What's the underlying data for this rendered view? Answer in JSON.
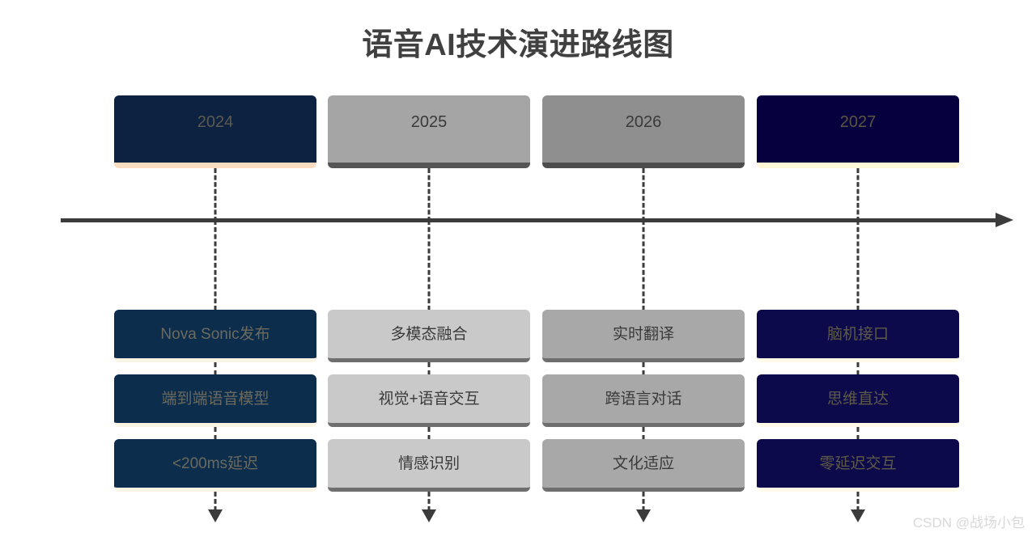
{
  "page": {
    "title": "语音AI技术演进路线图",
    "background_color": "#ffffff",
    "title_color": "#404040"
  },
  "timeline": {
    "axis_color": "#3b3b3b",
    "direction": "left-to-right",
    "arrowhead": "right-arrow-icon",
    "connector_style": "dashed",
    "tail_arrow": "down-arrow-icon"
  },
  "columns": [
    {
      "year": "2024",
      "theme": "navy24",
      "accent_color": "#0d2240",
      "underline_color": "#fbdcc0",
      "milestones": [
        {
          "label": "Nova Sonic发布"
        },
        {
          "label": "端到端语音模型"
        },
        {
          "label": "<200ms延迟"
        }
      ]
    },
    {
      "year": "2025",
      "theme": "gray25",
      "accent_color": "#a5a5a5",
      "underline_color": "#555555",
      "milestones": [
        {
          "label": "多模态融合"
        },
        {
          "label": "视觉+语音交互"
        },
        {
          "label": "情感识别"
        }
      ]
    },
    {
      "year": "2026",
      "theme": "gray26",
      "accent_color": "#8f8f8f",
      "underline_color": "#4d4d4d",
      "milestones": [
        {
          "label": "实时翻译"
        },
        {
          "label": "跨语言对话"
        },
        {
          "label": "文化适应"
        }
      ]
    },
    {
      "year": "2027",
      "theme": "navy27",
      "accent_color": "#06003f",
      "underline_color": "#fdf7d8",
      "milestones": [
        {
          "label": "脑机接口"
        },
        {
          "label": "思维直达"
        },
        {
          "label": "零延迟交互"
        }
      ]
    }
  ],
  "watermark": {
    "text": "CSDN @战场小包"
  }
}
